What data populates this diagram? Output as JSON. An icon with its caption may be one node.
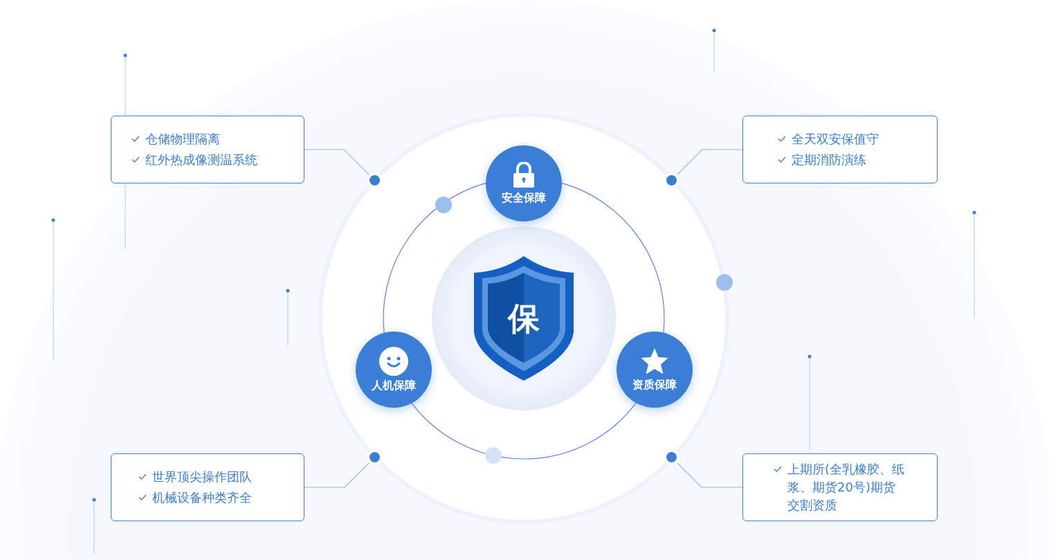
{
  "diagram": {
    "nodes": [
      {
        "text": [
          "保"
        ]
      },
      {
        "text": [
          "安全保障"
        ]
      },
      {
        "text": [
          "人机保障"
        ]
      },
      {
        "text": [
          "资质保障"
        ]
      },
      {
        "text": [
          "仓储物理隔离",
          "红外热成像测温系统"
        ]
      },
      {
        "text": [
          "全天双安保值守",
          "定期消防演练"
        ]
      },
      {
        "text": [
          "世界顶尖操作团队",
          "机械设备种类齐全"
        ]
      },
      {
        "text": [
          "上期所(全乳橡胶、纸浆、期货20号)期货交割资质"
        ]
      },
      {
        "text": [],
        "shape": "circle"
      },
      {
        "text": [],
        "shape": "circle"
      },
      {
        "text": [],
        "shape": "circle"
      },
      {
        "text": [],
        "shape": "circle"
      }
    ],
    "edges": [
      {
        "from": 4,
        "to": 8,
        "arrow": "none"
      },
      {
        "from": 5,
        "to": 9,
        "arrow": "none"
      },
      {
        "from": 6,
        "to": 10,
        "arrow": "none"
      },
      {
        "from": 7,
        "to": 11,
        "arrow": "none"
      },
      {
        "from": 1,
        "to": 3,
        "arrow": "none"
      },
      {
        "from": 3,
        "to": 2,
        "arrow": "none"
      },
      {
        "from": 2,
        "to": 1,
        "arrow": "none"
      }
    ]
  }
}
